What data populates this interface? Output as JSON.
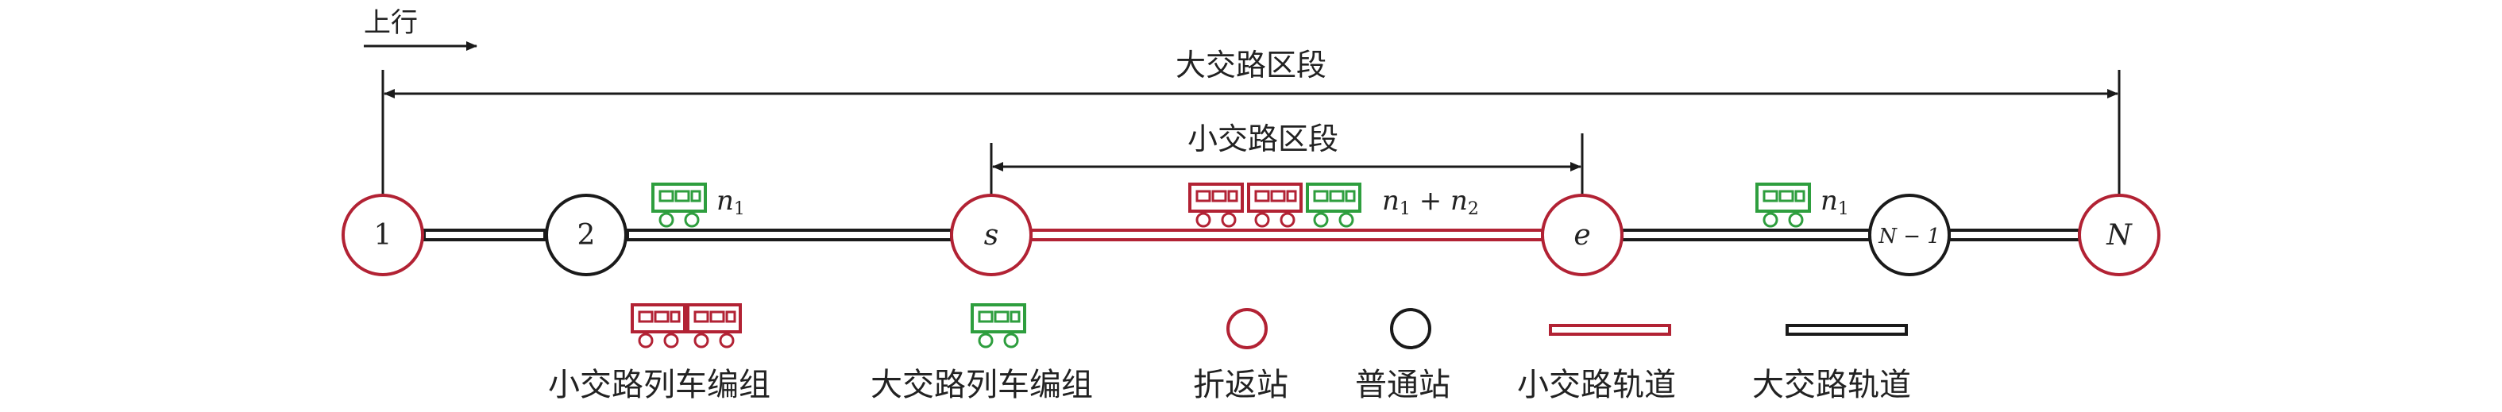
{
  "direction_label": "上行",
  "long_section_label": "大交路区段",
  "short_section_label": "小交路区段",
  "colors": {
    "turnback": "#b22234",
    "normal": "#1a1a1a",
    "short_train": "#b22234",
    "long_train": "#2e9e3e",
    "short_track": "#b22234",
    "long_track": "#1a1a1a"
  },
  "stations": [
    {
      "label": "1",
      "type": "turnback",
      "italic": false
    },
    {
      "label": "2",
      "type": "normal",
      "italic": false
    },
    {
      "label": "s",
      "type": "turnback",
      "italic": true
    },
    {
      "label": "e",
      "type": "turnback",
      "italic": true
    },
    {
      "label": "N − 1",
      "type": "normal",
      "italic": true
    },
    {
      "label": "N",
      "type": "turnback",
      "italic": true
    }
  ],
  "train_labels": {
    "left": "n",
    "left_sub": "1",
    "mid_a": "n",
    "mid_a_sub": "1",
    "mid_plus": " + ",
    "mid_b": "n",
    "mid_b_sub": "2",
    "right": "n",
    "right_sub": "1"
  },
  "legend": {
    "short_train": "小交路列车编组",
    "long_train": "大交路列车编组",
    "turnback_station": "折返站",
    "normal_station": "普通站",
    "short_track": "小交路轨道",
    "long_track": "大交路轨道"
  }
}
